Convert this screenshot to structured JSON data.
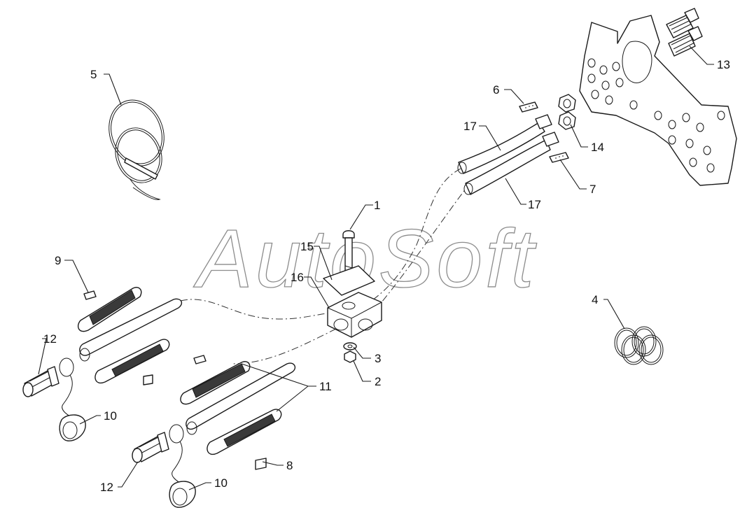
{
  "watermark": "AutoSoft",
  "callouts": [
    {
      "id": "c1",
      "text": "1"
    },
    {
      "id": "c2",
      "text": "2"
    },
    {
      "id": "c3",
      "text": "3"
    },
    {
      "id": "c4",
      "text": "4"
    },
    {
      "id": "c5",
      "text": "5"
    },
    {
      "id": "c6",
      "text": "6"
    },
    {
      "id": "c7",
      "text": "7"
    },
    {
      "id": "c8",
      "text": "8"
    },
    {
      "id": "c9",
      "text": "9"
    },
    {
      "id": "c10a",
      "text": "10"
    },
    {
      "id": "c10b",
      "text": "10"
    },
    {
      "id": "c11",
      "text": "11"
    },
    {
      "id": "c12a",
      "text": "12"
    },
    {
      "id": "c12b",
      "text": "12"
    },
    {
      "id": "c13",
      "text": "13"
    },
    {
      "id": "c14",
      "text": "14"
    },
    {
      "id": "c15",
      "text": "15"
    },
    {
      "id": "c16",
      "text": "16"
    },
    {
      "id": "c17a",
      "text": "17"
    },
    {
      "id": "c17b",
      "text": "17"
    }
  ]
}
